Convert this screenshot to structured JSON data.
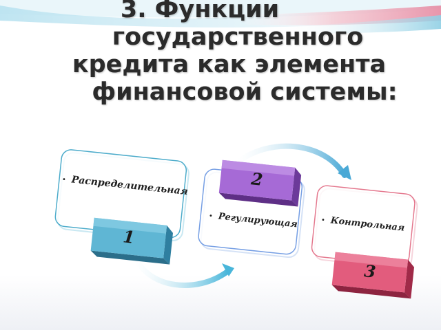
{
  "title": {
    "line1": "3. Функции",
    "line2": "государственного",
    "line3": "кредита как элемента",
    "line4": "финансовой системы:"
  },
  "functions": [
    {
      "number": "1",
      "label": "Распределительная",
      "color": "#4ea7c7"
    },
    {
      "number": "2",
      "label": "Регулирующая",
      "color": "#9b59c8"
    },
    {
      "number": "3",
      "label": "Контрольная",
      "color": "#d9486a"
    }
  ],
  "colors": {
    "card_border_left": "#2f9ec2",
    "card_border_mid": "#5f8fe0",
    "card_border_right": "#e0607a",
    "arrow": "#45b3d8"
  }
}
